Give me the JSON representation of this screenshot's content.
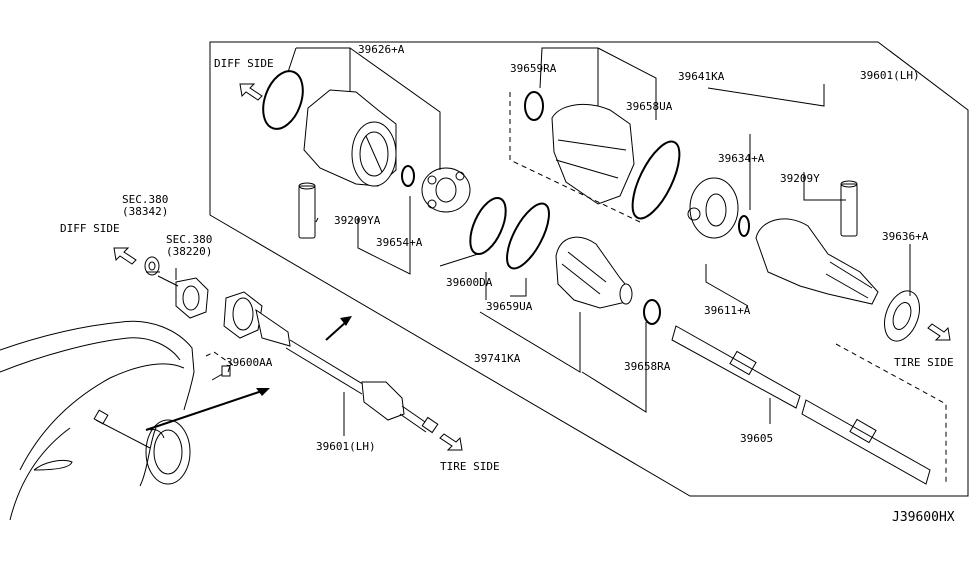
{
  "diagram_id": "J39600HX",
  "side_labels": {
    "diff_side_upper": "DIFF SIDE",
    "diff_side_lower": "DIFF SIDE",
    "tire_side_right": "TIRE SIDE",
    "tire_side_lower": "TIRE SIDE"
  },
  "sections": {
    "sec1_title": "SEC.380",
    "sec1_code": "(38342)",
    "sec2_title": "SEC.380",
    "sec2_code": "(38220)"
  },
  "part_labels": {
    "p39626A": "39626+A",
    "p39659RA": "39659RA",
    "p39641KA": "39641KA",
    "p39601LH_top": "39601(LH)",
    "p39658UA": "39658UA",
    "p39634A": "39634+A",
    "p39209Y": "39209Y",
    "p39209YA": "39209YA",
    "p39654A": "39654+A",
    "p39636A": "39636+A",
    "p39600DA": "39600DA",
    "p39659UA": "39659UA",
    "p39611A": "39611+A",
    "p39741KA": "39741KA",
    "p39658RA": "39658RA",
    "p39600AA": "39600AA",
    "p39605": "39605",
    "p39601LH_bottom": "39601(LH)"
  }
}
